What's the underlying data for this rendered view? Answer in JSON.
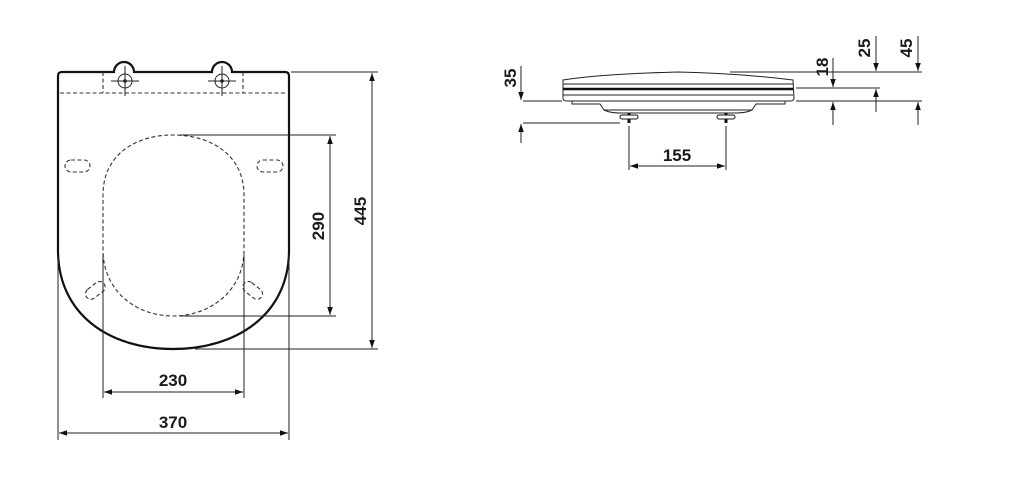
{
  "top_view": {
    "width_outer": "370",
    "width_inner": "230",
    "length_total": "445",
    "length_inner": "290"
  },
  "side_view": {
    "hinge_spacing": "155",
    "hinge_height": "35",
    "thickness_a": "18",
    "thickness_b": "25",
    "thickness_total": "45"
  }
}
